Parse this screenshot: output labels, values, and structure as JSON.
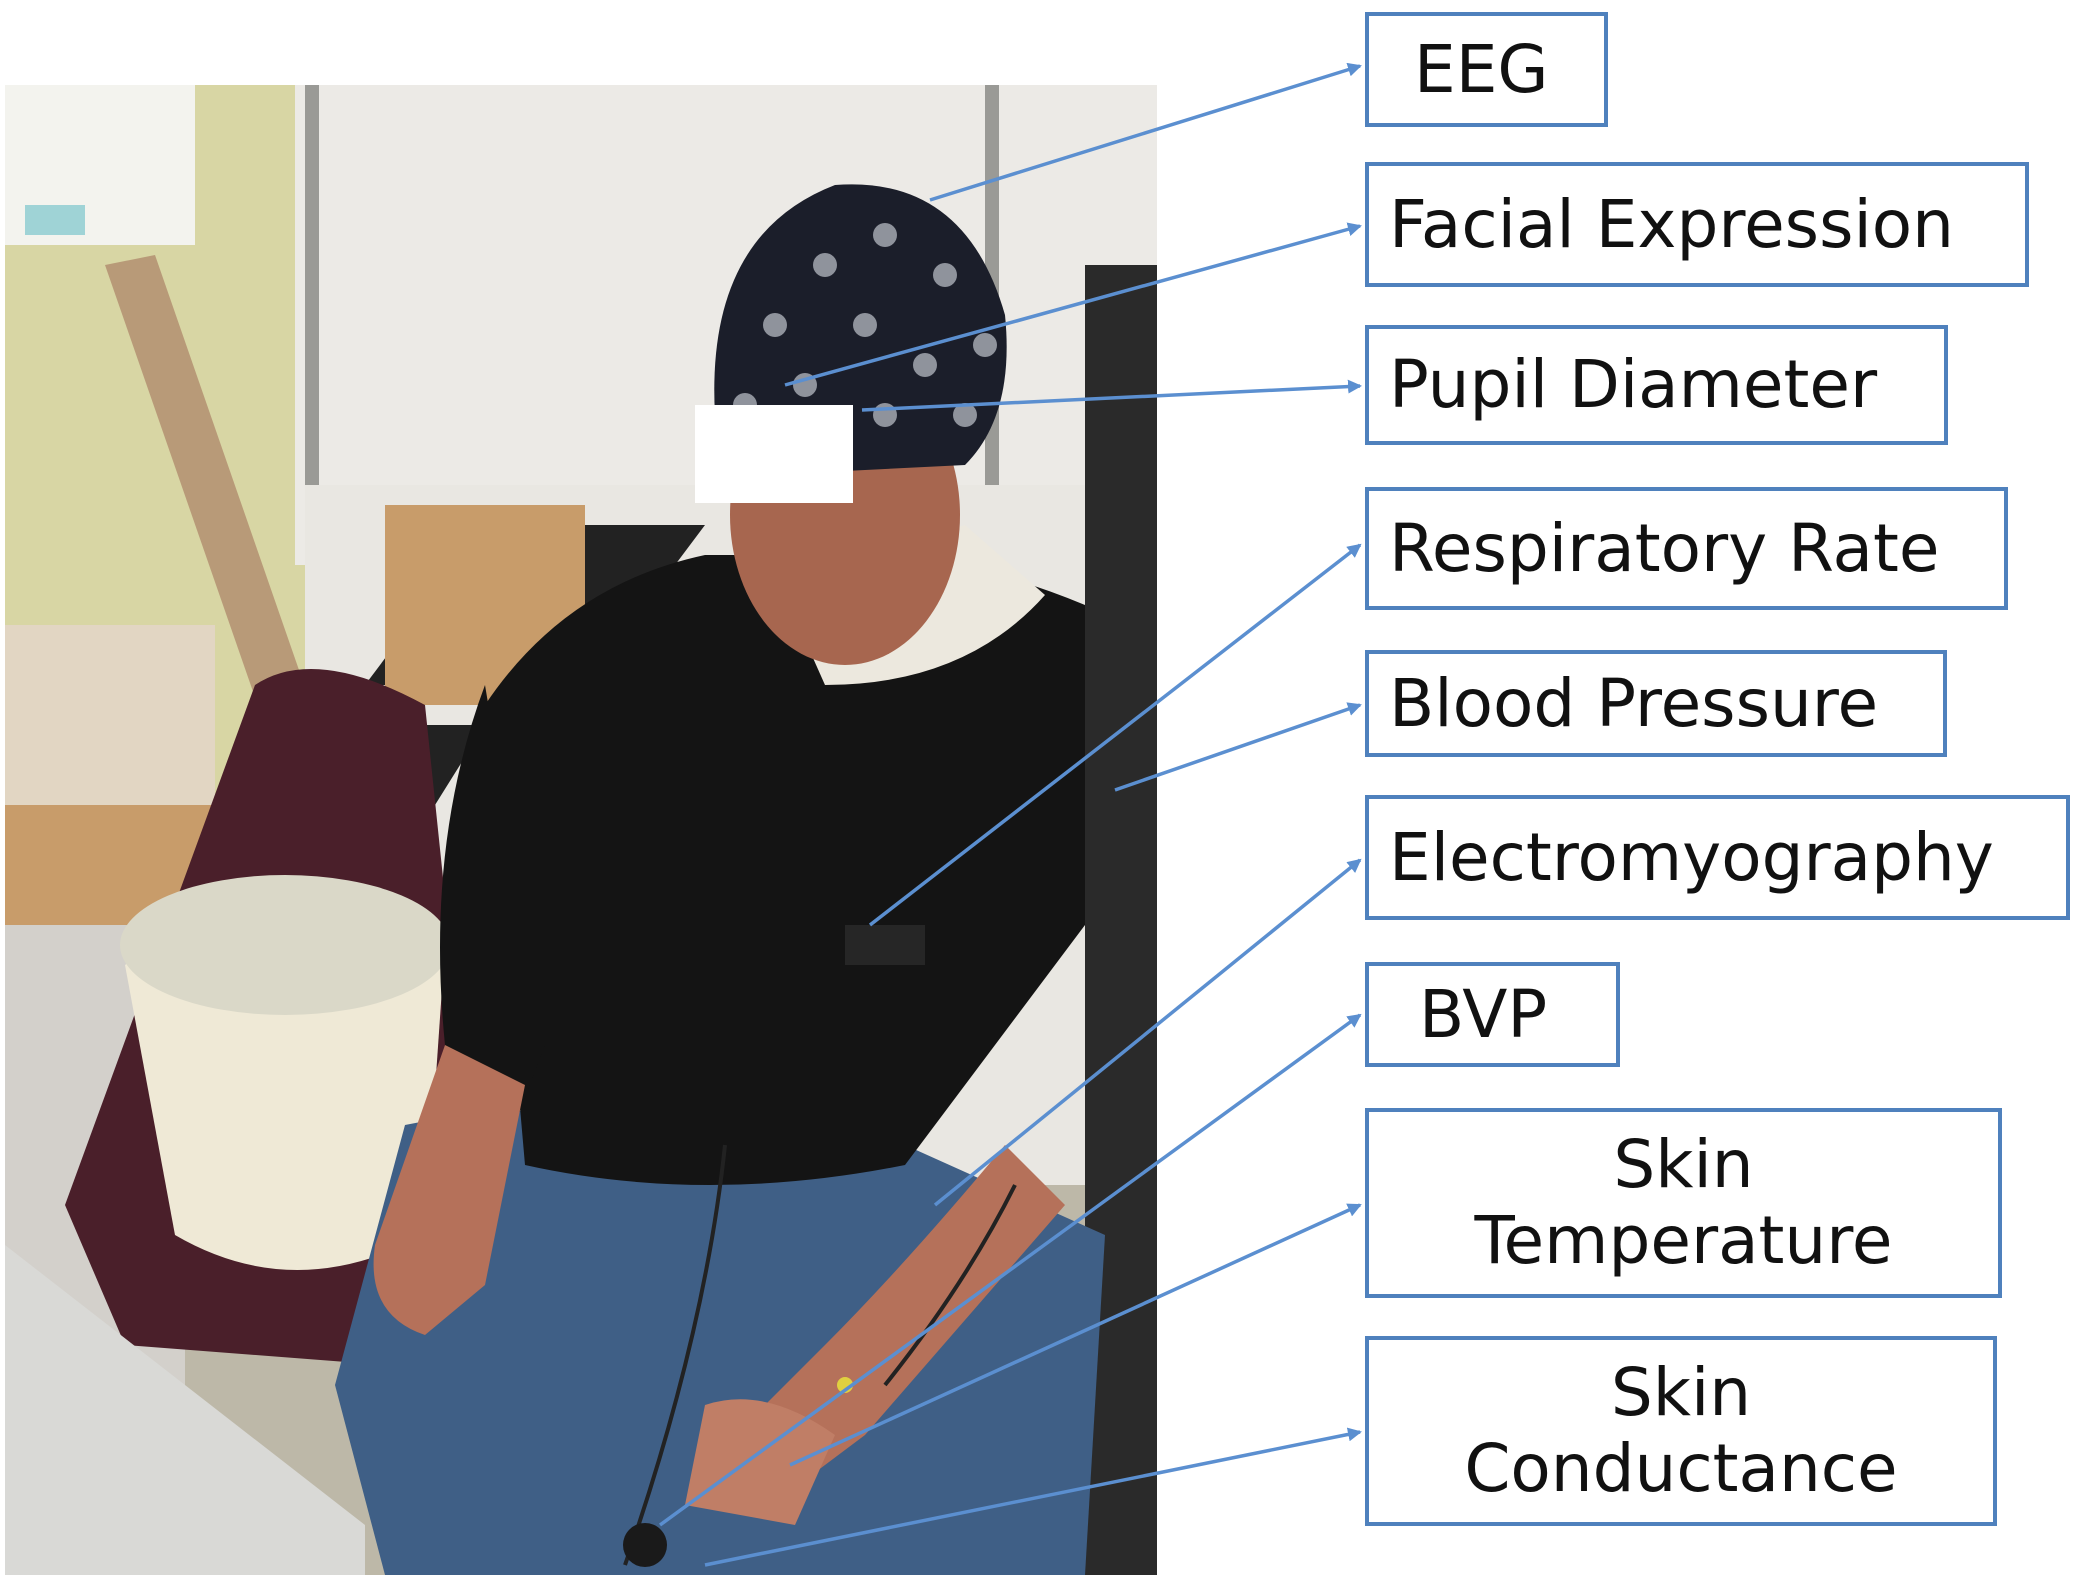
{
  "labels": {
    "eeg": "EEG",
    "facial_expression": "Facial Expression",
    "pupil_diameter": "Pupil Diameter",
    "respiratory_rate": "Respiratory Rate",
    "blood_pressure": "Blood Pressure",
    "electromyography": "Electromyography",
    "bvp": "BVP",
    "skin_temperature": "Skin Temperature",
    "skin_conductance": "Skin Conductance"
  },
  "colors": {
    "box_border": "#4f81bd",
    "connector": "#5b8fd0",
    "label_text": "#111111",
    "face_mask": "#ffffff"
  }
}
